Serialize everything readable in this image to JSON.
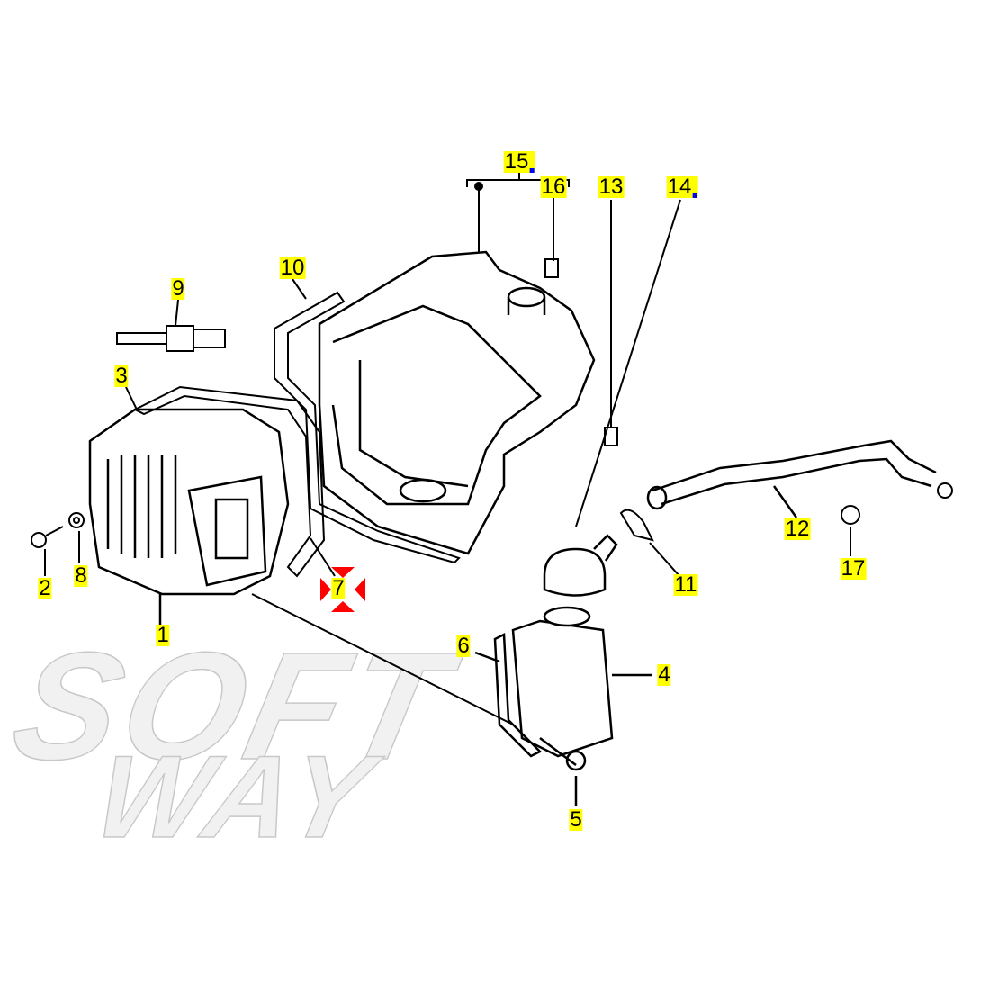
{
  "watermark": {
    "line1": "SOFT",
    "line2": "WAY"
  },
  "callouts": [
    {
      "id": "15",
      "label": "15",
      "marked": true
    },
    {
      "id": "16",
      "label": "16"
    },
    {
      "id": "13",
      "label": "13"
    },
    {
      "id": "14",
      "label": "14",
      "marked": true
    },
    {
      "id": "10",
      "label": "10"
    },
    {
      "id": "9",
      "label": "9"
    },
    {
      "id": "3",
      "label": "3"
    },
    {
      "id": "2",
      "label": "2"
    },
    {
      "id": "8",
      "label": "8"
    },
    {
      "id": "1",
      "label": "1"
    },
    {
      "id": "7",
      "label": "7",
      "selected": true
    },
    {
      "id": "6",
      "label": "6"
    },
    {
      "id": "4",
      "label": "4"
    },
    {
      "id": "5",
      "label": "5"
    },
    {
      "id": "11",
      "label": "11"
    },
    {
      "id": "12",
      "label": "12"
    },
    {
      "id": "17",
      "label": "17"
    }
  ],
  "colors": {
    "highlight": "#ffff00",
    "marker": "#ff0000",
    "dot": "#0000ff",
    "line": "#000000"
  }
}
